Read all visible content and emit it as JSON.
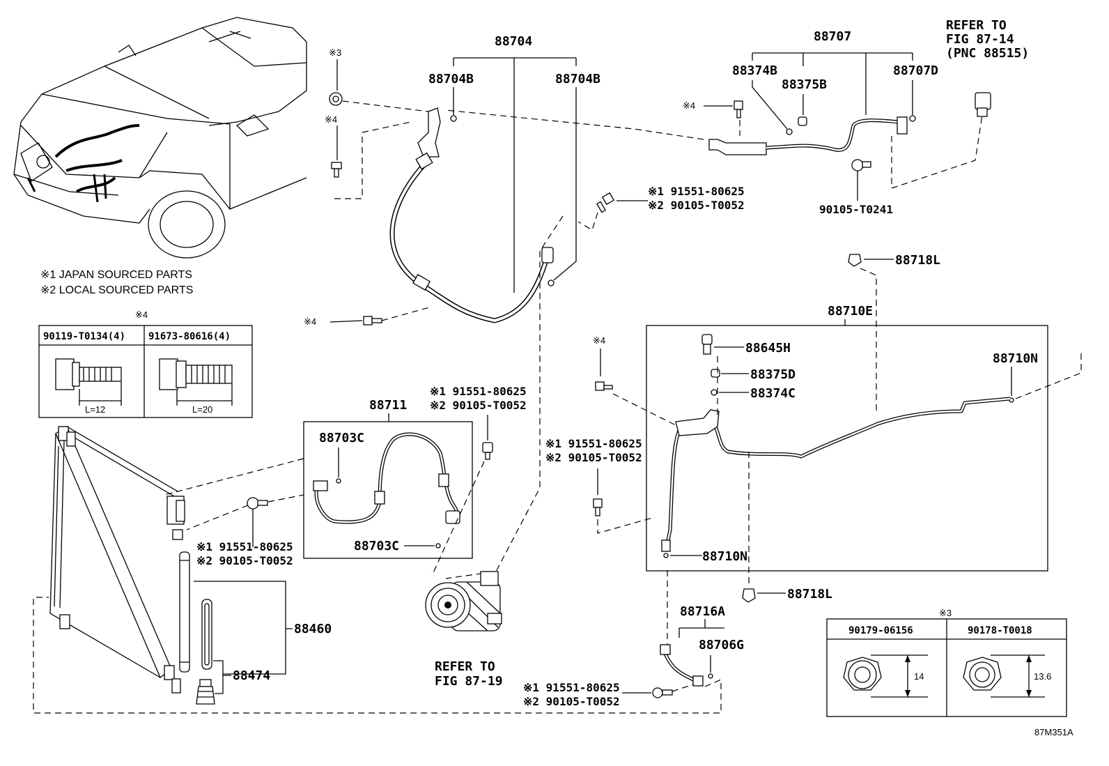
{
  "diagram_id": "87M351A",
  "car_notes": [
    "※1 JAPAN SOURCED PARTS",
    "※2 LOCAL SOURCED PARTS"
  ],
  "bolt_table": {
    "mark": "※4",
    "columns": [
      "90119-T0134(4)",
      "91673-80616(4)"
    ],
    "lengths": [
      "L=12",
      "L=20"
    ]
  },
  "nut_table": {
    "mark": "※3",
    "columns": [
      "90179-06156",
      "90178-T0018"
    ],
    "sizes": [
      "14",
      "13.6"
    ]
  },
  "marks": {
    "m3": "※3",
    "m4a": "※4",
    "m4b": "※4",
    "m4c": "※4",
    "m4d": "※4"
  },
  "labels": {
    "p88704": "88704",
    "p88704B_1": "88704B",
    "p88704B_2": "88704B",
    "p88707": "88707",
    "p88374B": "88374B",
    "p88375B": "88375B",
    "p88707D": "88707D",
    "refer_8714_1": "REFER TO",
    "refer_8714_2": "FIG 87-14",
    "refer_8714_3": "(PNC 88515)",
    "p90105_T0241": "90105-T0241",
    "p88718L_top": "88718L",
    "p88710E": "88710E",
    "p88645H": "88645H",
    "p88375D": "88375D",
    "p88374C": "88374C",
    "p88710N_r": "88710N",
    "p88710N_l": "88710N",
    "p88718L_bot": "88718L",
    "p88716A": "88716A",
    "p88706G": "88706G",
    "p88711": "88711",
    "p88703C_1": "88703C",
    "p88703C_2": "88703C",
    "p88460": "88460",
    "p88474": "88474",
    "refer_8719_1": "REFER TO",
    "refer_8719_2": "FIG 87-19"
  },
  "bolt_callouts": {
    "a1": "※1 91551-80625",
    "a2": "※2 90105-T0052",
    "b1": "※1 91551-80625",
    "b2": "※2 90105-T0052",
    "c1": "※1 91551-80625",
    "c2": "※2 90105-T0052",
    "d1": "※1 91551-80625",
    "d2": "※2 90105-T0052",
    "e1": "※1 91551-80625",
    "e2": "※2 90105-T0052"
  }
}
